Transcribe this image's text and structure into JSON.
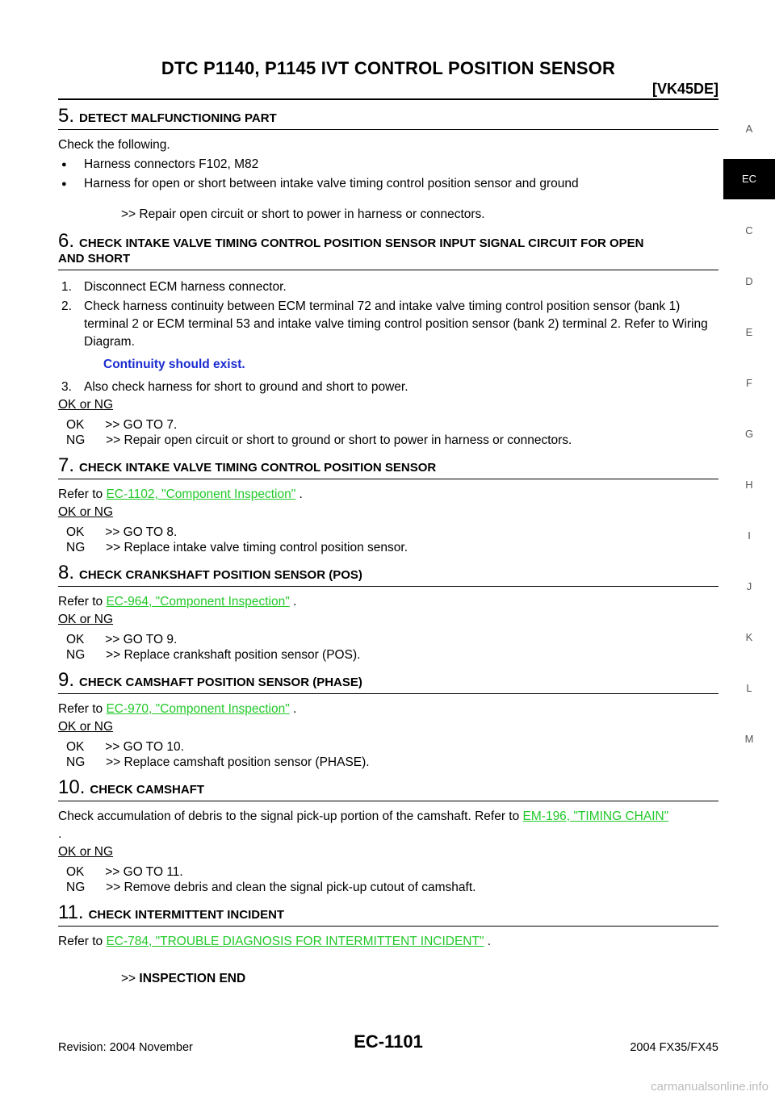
{
  "header": {
    "title": "DTC P1140, P1145 IVT CONTROL POSITION SENSOR",
    "engine": "[VK45DE]"
  },
  "side_index": [
    "A",
    "EC",
    "C",
    "D",
    "E",
    "F",
    "G",
    "H",
    "I",
    "J",
    "K",
    "L",
    "M"
  ],
  "steps": {
    "s5": {
      "num": "5.",
      "title": "DETECT MALFUNCTIONING PART",
      "intro": "Check the following.",
      "bullets": [
        "Harness connectors F102, M82",
        "Harness for open or short between intake valve timing control position sensor and ground"
      ],
      "result": ">> Repair open circuit or short to power in harness or connectors."
    },
    "s6": {
      "num": "6.",
      "title_line1": "CHECK INTAKE VALVE TIMING CONTROL POSITION SENSOR INPUT SIGNAL CIRCUIT FOR OPEN",
      "title_line2": "AND SHORT",
      "items": [
        {
          "n": "1.",
          "text": "Disconnect ECM harness connector."
        },
        {
          "n": "2.",
          "text": "Check harness continuity between ECM terminal 72 and intake valve timing control position sensor (bank 1) terminal 2 or ECM terminal 53 and intake valve timing control position sensor (bank 2) terminal 2. Refer to Wiring Diagram."
        }
      ],
      "note": "Continuity should exist.",
      "item3": {
        "n": "3.",
        "text": "Also check harness for short to ground and short to power."
      },
      "ok_ng": "OK or NG",
      "ok": "OK      >> GO TO 7.",
      "ng": "NG      >> Repair open circuit or short to ground or short to power in harness or connectors."
    },
    "s7": {
      "num": "7.",
      "title": "CHECK INTAKE VALVE TIMING CONTROL POSITION SENSOR",
      "refer": "Refer to ",
      "link": "EC-1102, \"Component Inspection\"",
      "after": " .",
      "ok_ng": "OK or NG",
      "ok": "OK      >> GO TO 8.",
      "ng": "NG      >> Replace intake valve timing control position sensor."
    },
    "s8": {
      "num": "8.",
      "title": "CHECK CRANKSHAFT POSITION SENSOR (POS)",
      "refer": "Refer to ",
      "link": "EC-964, \"Component Inspection\"",
      "after": " .",
      "ok_ng": "OK or NG",
      "ok": "OK      >> GO TO 9.",
      "ng": "NG      >> Replace crankshaft position sensor (POS)."
    },
    "s9": {
      "num": "9.",
      "title": "CHECK CAMSHAFT POSITION SENSOR (PHASE)",
      "refer": "Refer to ",
      "link": "EC-970, \"Component Inspection\"",
      "after": " .",
      "ok_ng": "OK or NG",
      "ok": "OK      >> GO TO 10.",
      "ng": "NG      >> Replace camshaft position sensor (PHASE)."
    },
    "s10": {
      "num": "10.",
      "title": "CHECK CAMSHAFT",
      "text": "Check accumulation of debris to the signal pick-up portion of the camshaft. Refer to ",
      "link": "EM-196, \"TIMING CHAIN\"",
      "after": ".",
      "ok_ng": "OK or NG",
      "ok": "OK      >> GO TO 11.",
      "ng": "NG      >> Remove debris and clean the signal pick-up cutout of camshaft."
    },
    "s11": {
      "num": "11.",
      "title": "CHECK INTERMITTENT INCIDENT",
      "refer": "Refer to ",
      "link": "EC-784, \"TROUBLE DIAGNOSIS FOR INTERMITTENT INCIDENT\"",
      "after": " .",
      "result_prefix": ">> ",
      "result": "INSPECTION END"
    }
  },
  "footer": {
    "revision": "Revision: 2004 November",
    "page": "EC-1101",
    "model": "2004 FX35/FX45"
  },
  "watermark": "carmanualsonline.info"
}
